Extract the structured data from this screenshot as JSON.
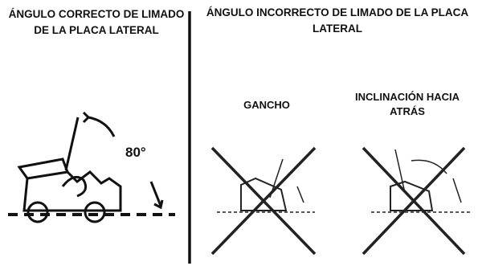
{
  "left_title": "ÁNGULO CORRECTO DE LIMADO DE LA PLACA LATERAL",
  "right_title": "ÁNGULO INCORRECTO DE LIMADO DE LA PLACA LATERAL",
  "hook_label": "GANCHO",
  "backslope_label": "INCLINACIÓN HACIA ATRÁS",
  "angle_label": "80°"
}
